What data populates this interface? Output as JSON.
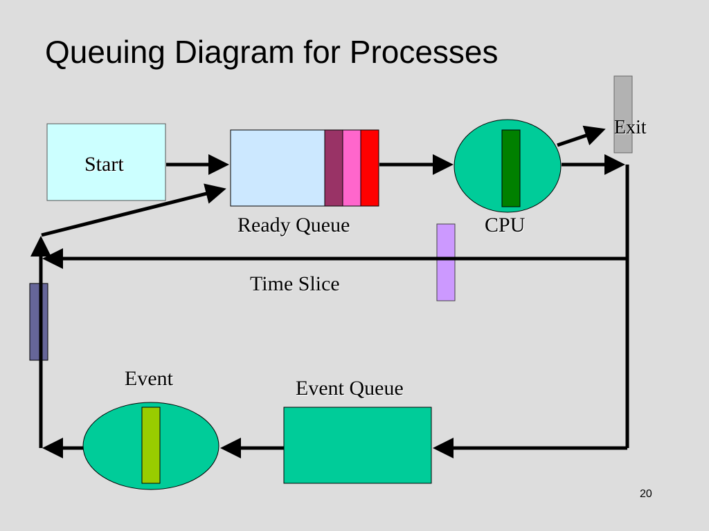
{
  "slide": {
    "title": "Queuing Diagram for Processes",
    "page_number": "20"
  },
  "nodes": {
    "start": "Start",
    "ready_queue": "Ready Queue",
    "cpu": "CPU",
    "exit": "Exit",
    "time_slice": "Time Slice",
    "event": "Event",
    "event_queue": "Event Queue"
  },
  "colors": {
    "background": "#dddddd",
    "start_box": "#ccffff",
    "ready_queue_box": "#cce8ff",
    "process_1": "#993366",
    "process_2": "#ff66cc",
    "process_3": "#ff0000",
    "cpu_ellipse": "#00cc99",
    "cpu_process": "#008000",
    "exit_bar": "#b2b2b2",
    "time_slice_process": "#cc99ff",
    "blocked_process": "#666699",
    "event_ellipse": "#00cc99",
    "event_process": "#99cc00",
    "event_queue_box": "#00cc99"
  }
}
